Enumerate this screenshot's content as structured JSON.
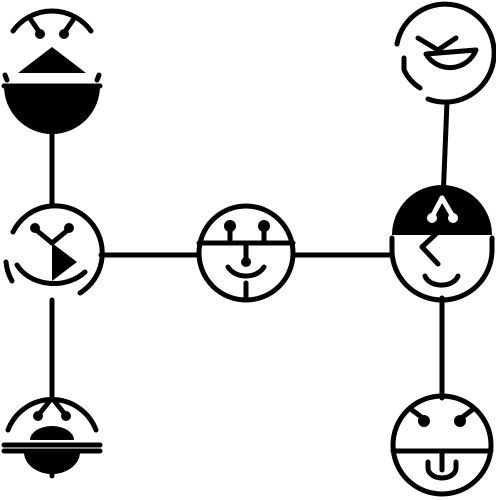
{
  "diagram": {
    "colors": {
      "ink": "#000000",
      "paper": "#ffffff"
    },
    "nodes": [
      {
        "id": "n1",
        "name": "face-node-top-left",
        "icon": "grinning-face-icon"
      },
      {
        "id": "n2",
        "name": "face-node-middle-left",
        "icon": "smiling-face-icon"
      },
      {
        "id": "n3",
        "name": "face-node-bottom-left",
        "icon": "tongue-face-icon"
      },
      {
        "id": "n4",
        "name": "face-node-center",
        "icon": "smiling-face-icon"
      },
      {
        "id": "n5",
        "name": "face-node-middle-right",
        "icon": "winking-face-icon"
      },
      {
        "id": "n6",
        "name": "face-node-top-right",
        "icon": "laughing-face-icon"
      },
      {
        "id": "n7",
        "name": "face-node-bottom-right",
        "icon": "tongue-face-icon"
      }
    ],
    "edges": [
      {
        "from": "n1",
        "to": "n2"
      },
      {
        "from": "n2",
        "to": "n3"
      },
      {
        "from": "n2",
        "to": "n4"
      },
      {
        "from": "n4",
        "to": "n5"
      },
      {
        "from": "n5",
        "to": "n6"
      },
      {
        "from": "n5",
        "to": "n7"
      }
    ]
  }
}
